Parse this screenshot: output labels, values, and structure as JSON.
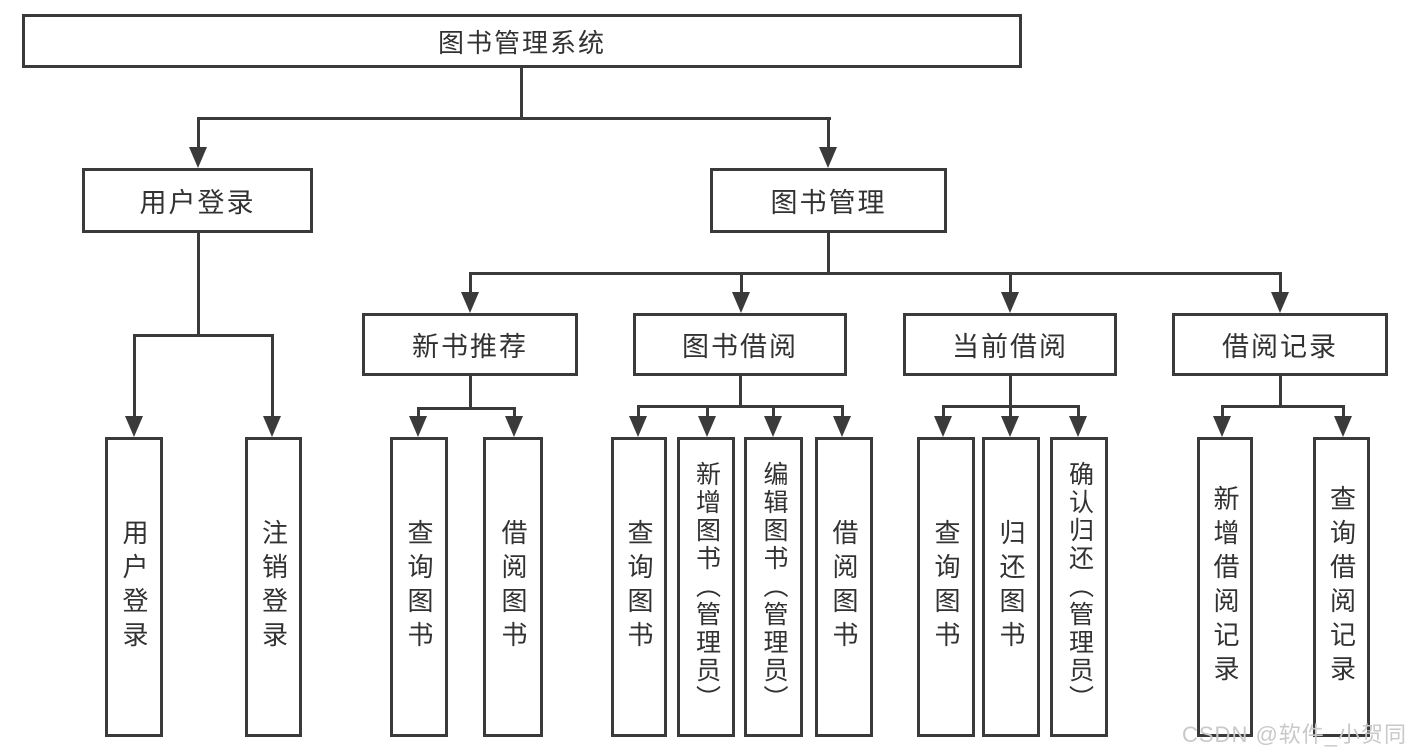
{
  "diagram_type": "hierarchy-tree",
  "tree": {
    "label": "图书管理系统",
    "children": [
      {
        "label": "用户登录",
        "children": [
          {
            "label": "用户登录"
          },
          {
            "label": "注销登录"
          }
        ]
      },
      {
        "label": "图书管理",
        "children": [
          {
            "label": "新书推荐",
            "children": [
              {
                "label": "查询图书"
              },
              {
                "label": "借阅图书"
              }
            ]
          },
          {
            "label": "图书借阅",
            "children": [
              {
                "label": "查询图书"
              },
              {
                "label": "新增图书（管理员）"
              },
              {
                "label": "编辑图书（管理员）"
              },
              {
                "label": "借阅图书"
              }
            ]
          },
          {
            "label": "当前借阅",
            "children": [
              {
                "label": "查询图书"
              },
              {
                "label": "归还图书"
              },
              {
                "label": "确认归还（管理员）"
              }
            ]
          },
          {
            "label": "借阅记录",
            "children": [
              {
                "label": "新增借阅记录"
              },
              {
                "label": "查询借阅记录"
              }
            ]
          }
        ]
      }
    ]
  },
  "watermark": {
    "text": "CSDN @软件_小贺同学"
  },
  "colors": {
    "line": "#3a3a3a",
    "background": "#ffffff",
    "watermark": "#c9c9c9"
  }
}
